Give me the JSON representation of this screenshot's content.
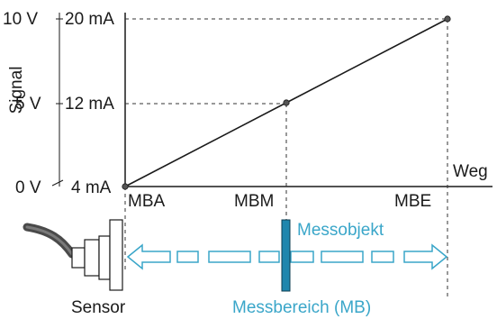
{
  "chart_data": {
    "type": "line",
    "ylabel": "Signal",
    "xlabel": "Weg",
    "y_ticks_voltage": [
      "10 V",
      "5 V",
      "0 V"
    ],
    "y_ticks_current": [
      "20 mA",
      "12 mA",
      "4 mA"
    ],
    "x_ticks": [
      "MBA",
      "MBM",
      "MBE"
    ],
    "series": [
      {
        "x": [
          "MBA",
          "MBM",
          "MBE"
        ],
        "y_voltage": [
          0,
          5,
          10
        ],
        "y_current_mA": [
          4,
          12,
          20
        ]
      }
    ]
  },
  "diagram": {
    "sensor_label": "Sensor",
    "target_label": "Messobjekt",
    "range_label": "Messbereich (MB)",
    "colors": {
      "accent": "#3aa6c9",
      "target_fill": "#1f86ad",
      "line": "#1a1a1a",
      "grid": "#333333"
    }
  }
}
